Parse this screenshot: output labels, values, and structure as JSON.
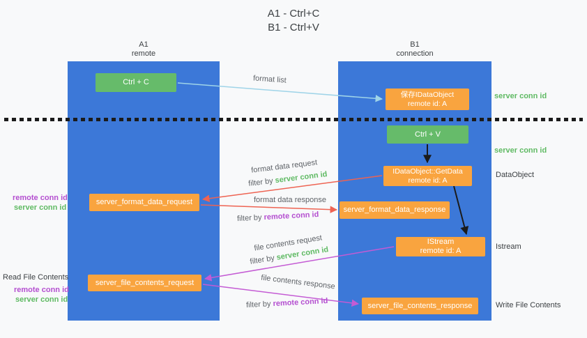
{
  "title": {
    "line1": "A1 - Ctrl+C",
    "line2": "B1 - Ctrl+V"
  },
  "lanes": {
    "left": {
      "title": "A1",
      "subtitle": "remote"
    },
    "right": {
      "title": "B1",
      "subtitle": "connection"
    }
  },
  "nodes": {
    "ctrl_c": {
      "label": "Ctrl + C"
    },
    "ctrl_v": {
      "label": "Ctrl + V"
    },
    "save_dataobject": {
      "line1": "保存IDataObject",
      "line2": "remote id: A"
    },
    "getdata": {
      "line1": "IDataObject::GetData",
      "line2": "remote id: A"
    },
    "istream": {
      "line1": "IStream",
      "line2": "remote id: A"
    },
    "format_request": {
      "label": "server_format_data_request"
    },
    "format_response": {
      "label": "server_format_data_response"
    },
    "file_request": {
      "label": "server_file_contents_request"
    },
    "file_response": {
      "label": "server_file_contents_response"
    }
  },
  "arrows": {
    "format_list": {
      "label": "format list"
    },
    "format_data_request": {
      "label": "format data request",
      "filter_prefix": "filter by ",
      "filter_key": "server conn id"
    },
    "format_data_response": {
      "label": "format data response",
      "filter_prefix": "filter by ",
      "filter_key": "remote conn id"
    },
    "file_contents_request": {
      "label": "file contents request",
      "filter_prefix": "filter by ",
      "filter_key": "server conn id"
    },
    "file_contents_response": {
      "label": "file contents response",
      "filter_prefix": "filter by ",
      "filter_key": "remote conn id"
    }
  },
  "side_labels": {
    "right_server_conn_id_1": "server conn id",
    "right_server_conn_id_2": "server conn id",
    "dataobject": "DataObject",
    "istream": "Istream",
    "write_file_contents": "Write File Contents",
    "left_remote_conn_id_1": "remote conn id",
    "left_server_conn_id_1": "server conn id",
    "read_file_contents": "Read File Contents",
    "left_remote_conn_id_2": "remote conn id",
    "left_server_conn_id_2": "server conn id"
  },
  "colors": {
    "lane_blue": "#3c78d8",
    "box_green": "#66bb6a",
    "box_orange": "#f9a43f",
    "arrow_red": "#ee6352",
    "arrow_magenta": "#c45bd4",
    "arrow_light_blue": "#9fd4e8",
    "arrow_black": "#1b1b1b",
    "text_green": "#5fba63",
    "text_purple": "#b44fd0"
  }
}
